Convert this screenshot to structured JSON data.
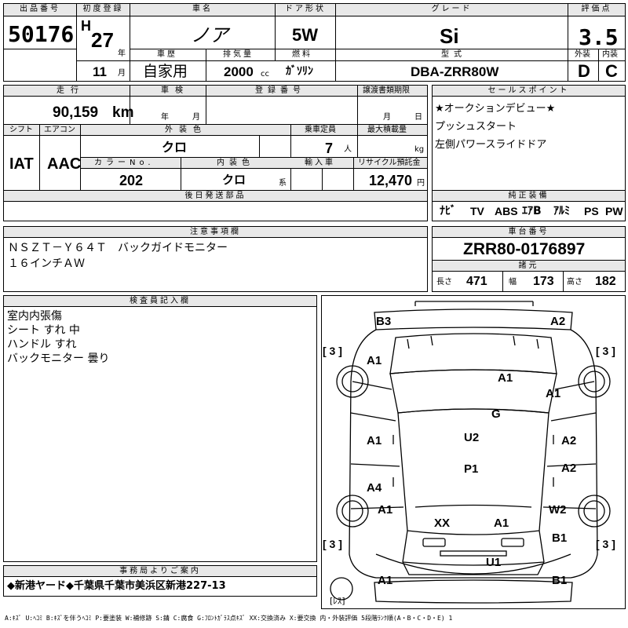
{
  "sheet": {
    "lot_header": "出品番号",
    "lot": "50176",
    "first_reg_header": "初度登録",
    "era": "H",
    "year": "27",
    "year_unit": "年",
    "month": "11",
    "month_unit": "月",
    "name_header": "車名",
    "name": "ノア",
    "door_header": "ドア形状",
    "door": "5W",
    "grade_header": "グレード",
    "grade": "Si",
    "score_header": "評価点",
    "score": "3.5",
    "ext_header": "外装",
    "ext": "D",
    "int_header": "内装",
    "int": "C",
    "history_header": "車歴",
    "history": "自家用",
    "displacement_header": "排気量",
    "displacement": "2000",
    "cc_unit": "cc",
    "fuel_header": "燃料",
    "fuel": "ｶﾞｿﾘﾝ",
    "model_header": "型式",
    "model": "DBA-ZRR80W"
  },
  "row2": {
    "mileage_header": "走行",
    "mileage": "90,159",
    "km_unit": "km",
    "inspection_header": "車検",
    "year_unit": "年",
    "month_unit": "月",
    "reg_header": "登録番号",
    "transfer_header": "譲渡書類期限",
    "t_month_unit": "月",
    "t_day_unit": "日",
    "shift_header": "シフト",
    "shift": "IAT",
    "ac_header": "エアコン",
    "ac": "AAC",
    "color_header": "外装色",
    "color": "クロ",
    "capacity_header": "乗車定員",
    "capacity": "7",
    "capacity_unit": "人",
    "load_header": "最大積載量",
    "load_unit": "kg",
    "colorno_header": "カラーNo.",
    "colorno": "202",
    "interior_header": "内装色",
    "interior": "クロ",
    "interior_unit": "系",
    "import_header": "輸入車",
    "recycle_header": "リサイクル預託金",
    "recycle": "12,470",
    "yen_unit": "円",
    "later_header": "後日発送部品"
  },
  "sales": {
    "header": "セールスポイント",
    "lines": [
      "★オークションデビュー★",
      "プッシュスタート",
      "左側パワースライドドア"
    ],
    "equip_header": "純正装備",
    "equip": [
      "ﾅﾋﾞ",
      "TV",
      "ABS",
      "ｴｱB",
      "ｱﾙﾐ",
      "PS",
      "PW"
    ]
  },
  "notes": {
    "header": "注意事項欄",
    "line1": "ＮＳＺＴ－Ｙ６４Ｔ　バックガイドモニター",
    "line2": "１６インチＡＷ"
  },
  "chassis": {
    "header": "車台番号",
    "number": "ZRR80-0176897",
    "dims_header": "諸元",
    "len_label": "長さ",
    "len": "471",
    "wid_label": "幅",
    "wid": "173",
    "hgt_label": "高さ",
    "hgt": "182"
  },
  "inspector": {
    "header": "検査員記入欄",
    "lines": [
      "室内内張傷",
      "シート すれ 中",
      "ハンドル すれ",
      "バックモニター 曇り"
    ]
  },
  "diagram": {
    "marks": {
      "b3": "B3",
      "a2_top": "A2",
      "a1_top_left": "A1",
      "a1_hood": "A1",
      "a1_right": "A1",
      "g": "G",
      "a1_mid_left": "A1",
      "u2": "U2",
      "a2_mid_right": "A2",
      "p1": "P1",
      "a4": "A4",
      "a2_right2": "A2",
      "a1_low_left": "A1",
      "w2": "W2",
      "xx": "XX",
      "a1_trunk": "A1",
      "b1_right": "B1",
      "u1": "U1",
      "a1_bottom_left": "A1",
      "b1_bottom_right": "B1"
    },
    "tire_tl": "[ 3 ]",
    "tire_tr": "[ 3 ]",
    "tire_bl": "[ 3 ]",
    "tire_br": "[ 3 ]",
    "spare": "[ﾚｽ]"
  },
  "office": {
    "header": "事務局よりご案内",
    "text": "◆新港ヤード◆千葉県千葉市美浜区新港227-13"
  },
  "legend": {
    "text": "A:ｷｽﾞ U:ﾍｺﾐ B:ｷｽﾞを伴うﾍｺﾐ P:要塗装 W:補修跡 S:錆 C:腐食 G:ﾌﾛﾝﾄｶﾞﾗｽ点ｷｽﾞ XX:交換済み X:要交換 内・外装評価 5段階ﾗﾝｸ順(A・B・C・D・E) 1"
  }
}
